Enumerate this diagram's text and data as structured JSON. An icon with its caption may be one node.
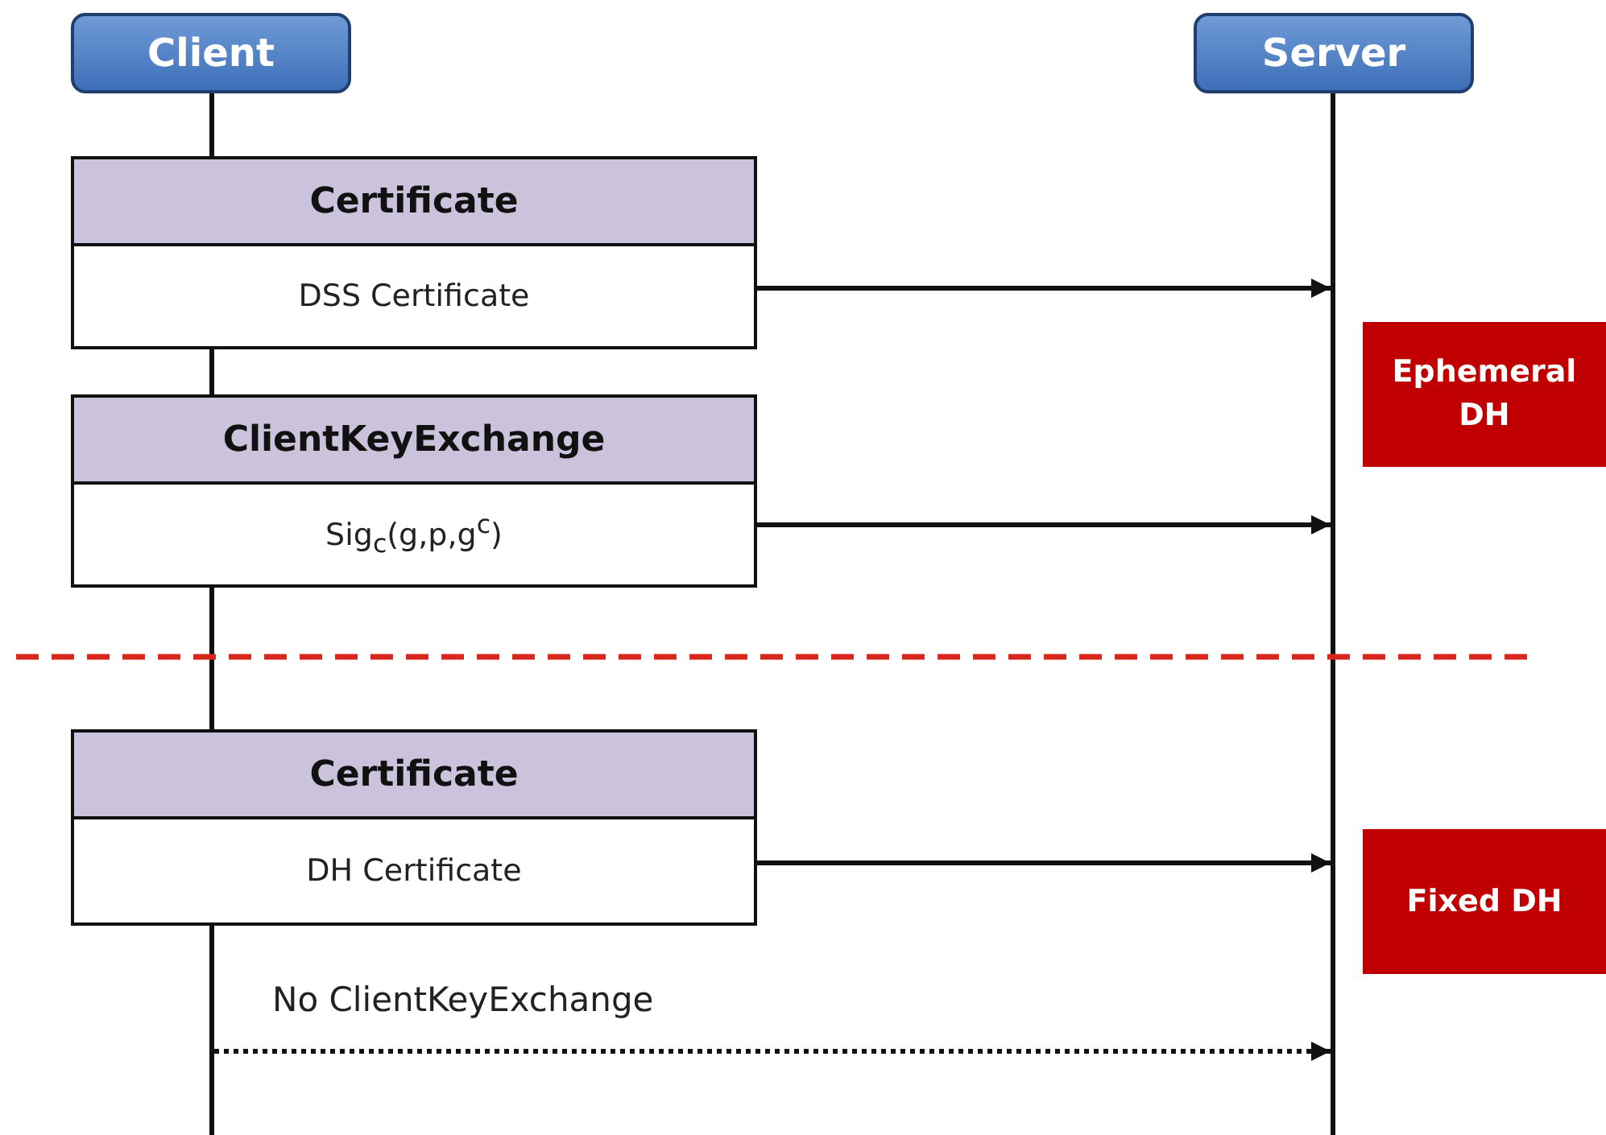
{
  "diagram": {
    "nodes": [
      {
        "text": [
          "Client"
        ]
      },
      {
        "text": [
          "Server"
        ]
      },
      {
        "text": [],
        "shape": "bar"
      },
      {
        "text": [],
        "shape": "bar"
      },
      {
        "text": [
          "Certificate",
          "DSS Certificate"
        ]
      },
      {
        "text": [
          "ClientKeyExchange",
          "Sig$_{c}$(g,p,g$^{c}$)"
        ]
      },
      {
        "text": [
          "Certificate",
          "DH Certificate"
        ]
      },
      {
        "text": [
          "Ephemeral DH"
        ]
      },
      {
        "text": [
          "Fixed DH"
        ]
      }
    ],
    "edges": [
      {
        "from": 4,
        "to": 3,
        "arrow": "to"
      },
      {
        "from": 5,
        "to": 3,
        "arrow": "to"
      },
      {
        "from": 6,
        "to": 3,
        "arrow": "to"
      },
      {
        "from": 2,
        "to": 3,
        "arrow": "to",
        "label": "No ClientKeyExchange",
        "style": "dashed"
      }
    ]
  }
}
